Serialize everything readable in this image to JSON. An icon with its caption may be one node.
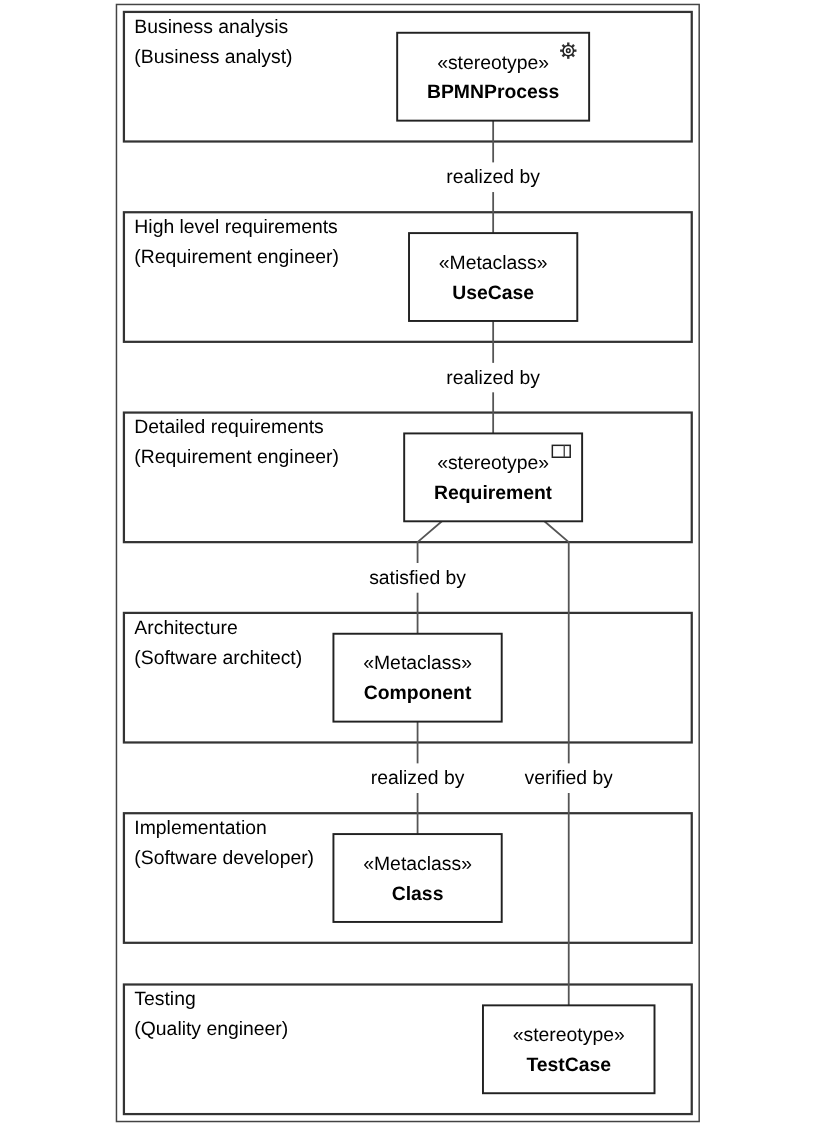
{
  "diagram": {
    "nodes": [
      {
        "text": [
          "Business analysis",
          "(Business analyst)"
        ]
      },
      {
        "text": [
          "«stereotype»",
          "BPMNProcess"
        ],
        "in": 0
      },
      {
        "text": [
          "High level requirements",
          "(Requirement engineer)"
        ]
      },
      {
        "text": [
          "«Metaclass»",
          "UseCase"
        ],
        "in": 2
      },
      {
        "text": [
          "Detailed requirements",
          "(Requirement engineer)"
        ]
      },
      {
        "text": [
          "«stereotype»",
          "Requirement"
        ],
        "in": 4
      },
      {
        "text": [
          "Architecture",
          "(Software architect)"
        ]
      },
      {
        "text": [
          "«Metaclass»",
          "Component"
        ],
        "in": 6
      },
      {
        "text": [
          "Implementation",
          "(Software developer)"
        ]
      },
      {
        "text": [
          "«Metaclass»",
          "Class"
        ],
        "in": 8
      },
      {
        "text": [
          "Testing",
          "(Quality engineer)"
        ]
      },
      {
        "text": [
          "«stereotype»",
          "TestCase"
        ],
        "in": 10
      }
    ],
    "edges": [
      {
        "from": 1,
        "to": 3,
        "arrow": "none",
        "label": "realized by"
      },
      {
        "from": 3,
        "to": 5,
        "arrow": "none",
        "label": "realized by"
      },
      {
        "from": 5,
        "to": 7,
        "arrow": "none",
        "label": "satisfied by"
      },
      {
        "from": 7,
        "to": 9,
        "arrow": "none",
        "label": "realized by"
      },
      {
        "from": 5,
        "to": 11,
        "arrow": "none",
        "label": "verified by"
      }
    ]
  }
}
